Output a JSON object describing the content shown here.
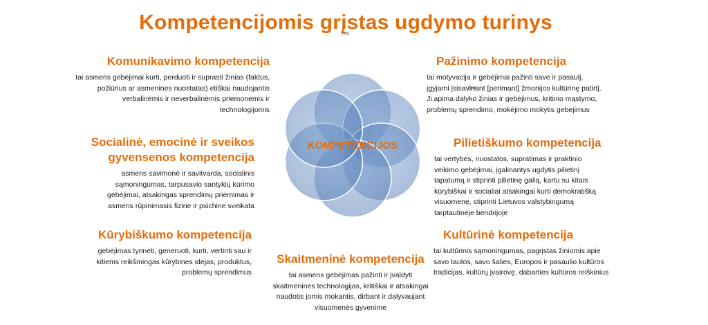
{
  "title": "Kompetencijomis grįstas ugdymo turinys",
  "placeholder_small": "[Text]",
  "placeholder_small2": "[Text]",
  "center_label": "KOMPETENCIJOS",
  "colors": {
    "accent": "#e46c0a",
    "circle_fill": "#5b86c0"
  },
  "blocks": {
    "komunikavimo": {
      "heading": "Komunikavimo kompetencija",
      "text": "tai asmens gebėjimai kurti, perduoti ir suprasti žinias (faktus, požiūrius ar asmenines nuostatas) etiškai naudojantis verbalinėmis ir neverbalinėmis priemonėmis ir technologijomis"
    },
    "pazinimo": {
      "heading": "Pažinimo kompetencija",
      "text": "tai motyvacija ir gebėjimai pažinti save ir pasaulį, įgyjami įsisavinant [perimant] žmonijos kultūrinę patirtį. Ji apima dalyko žinias ir gebėjimus, kritinio mąstymo, problemų sprendimo, mokėjimo mokytis gebėjimus"
    },
    "socialine": {
      "heading": "Socialinė, emocinė ir sveikos gyvensenos kompetencija",
      "text": "asmens savimonė ir savitvarda, socialinis sąmoningumas, tarpusavio santykių kūrimo gebėjimai, atsakingas sprendimų priėmimas ir asmens rūpinimasis fizine ir psichine sveikata"
    },
    "pilietiskumo": {
      "heading": "Pilietiškumo kompetencija",
      "text": "tai vertybės, nuostatos, supratimas ir praktinio veikimo gebėjimai, įgalinantys ugdytis pilietinį tapatumą ir stiprinti pilietinę galią, kartu su kitais kūrybiškai ir socialiai atsakingai kurti demokratišką visuomenę, stiprinti Lietuvos valstybingumą tarptautinėje bendrijoje"
    },
    "kurybiskumo": {
      "heading": "Kūrybiškumo kompetencija",
      "text": "gebėjimas tyrinėti, generuoti, kurti, vertinti sau ir kitiems reikšmingas kūrybines idėjas, produktus, problemų sprendimus"
    },
    "kulturine": {
      "heading": "Kultūrinė kompetencija",
      "text": "tai kultūrinis sąmoningumas, pagrįstas žiniomis apie savo tautos, savo šalies, Europos ir pasaulio kultūros tradicijas, kultūrų įvairovę, dabarties kultūros reiškinius"
    },
    "skaitmenine": {
      "heading": "Skaitmeninė kompetencija",
      "text": "tai asmens gebėjimas pažinti ir įvaldyti skaitmenines technologijas, kritiškai ir atsakingai naudotis jomis mokantis, dirbant ir dalyvaujant visuomenės gyvenime"
    }
  }
}
